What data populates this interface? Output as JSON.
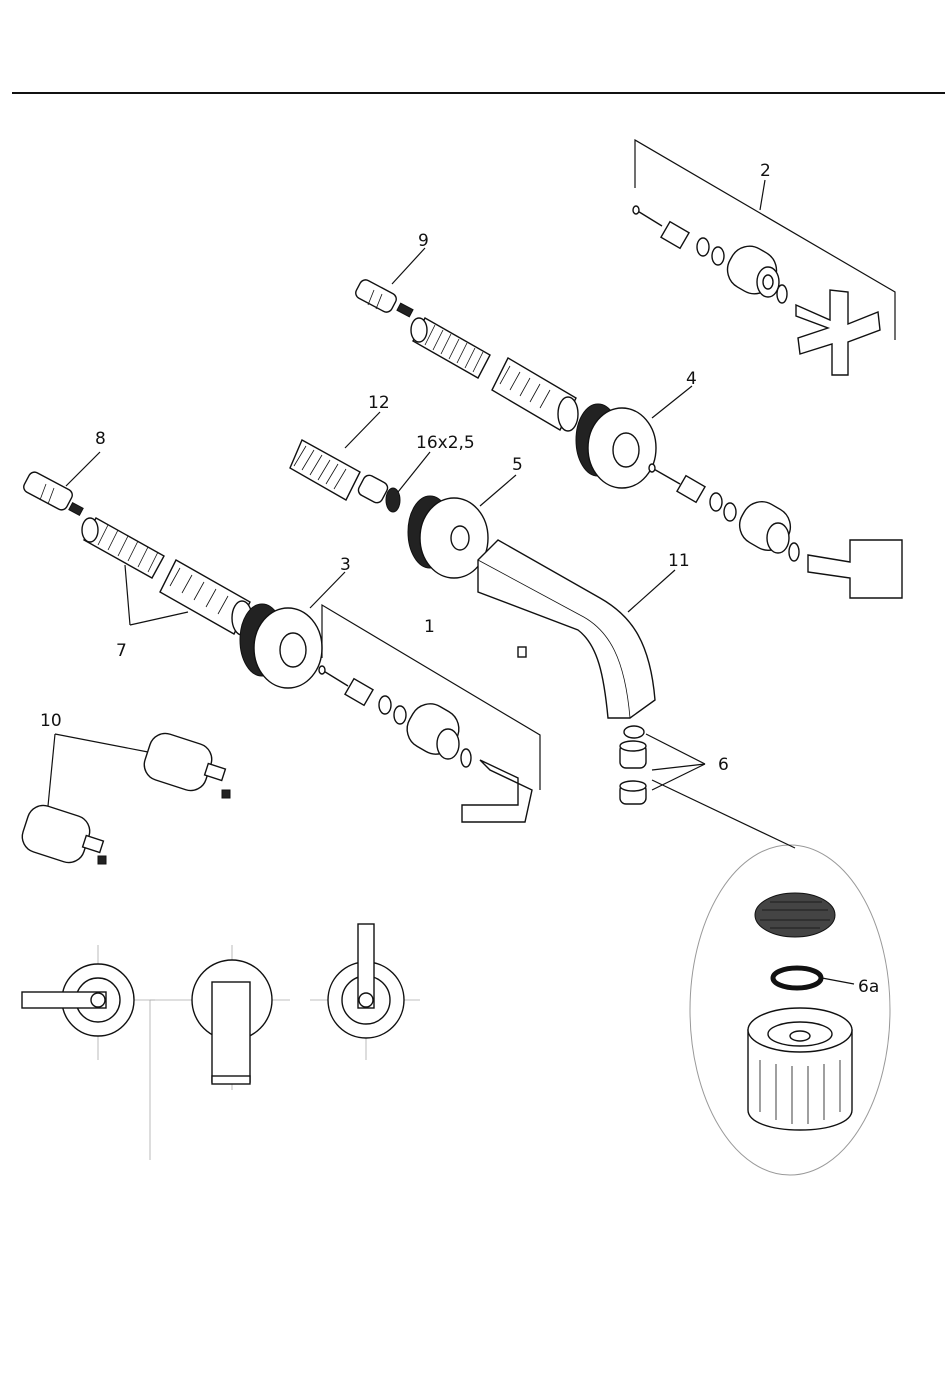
{
  "callouts": {
    "c1": "1",
    "c2": "2",
    "c3": "3",
    "c4": "4",
    "c5": "5",
    "c6": "6",
    "c6a": "6a",
    "c7": "7",
    "c8": "8",
    "c9": "9",
    "c10": "10",
    "c11": "11",
    "c12": "12",
    "seal": "16x2,5"
  }
}
